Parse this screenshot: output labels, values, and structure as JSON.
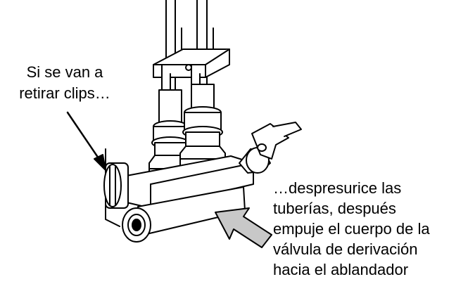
{
  "callout_left": {
    "lines": [
      "Si se van a",
      "retirar clips…"
    ]
  },
  "callout_right": {
    "lines": [
      "…despresurice las",
      "tuberías, después",
      "empuje el cuerpo de la",
      "válvula de derivación",
      "hacia el ablandador"
    ]
  },
  "colors": {
    "ink": "#000000",
    "arrow_fill": "#c8c8c8"
  }
}
